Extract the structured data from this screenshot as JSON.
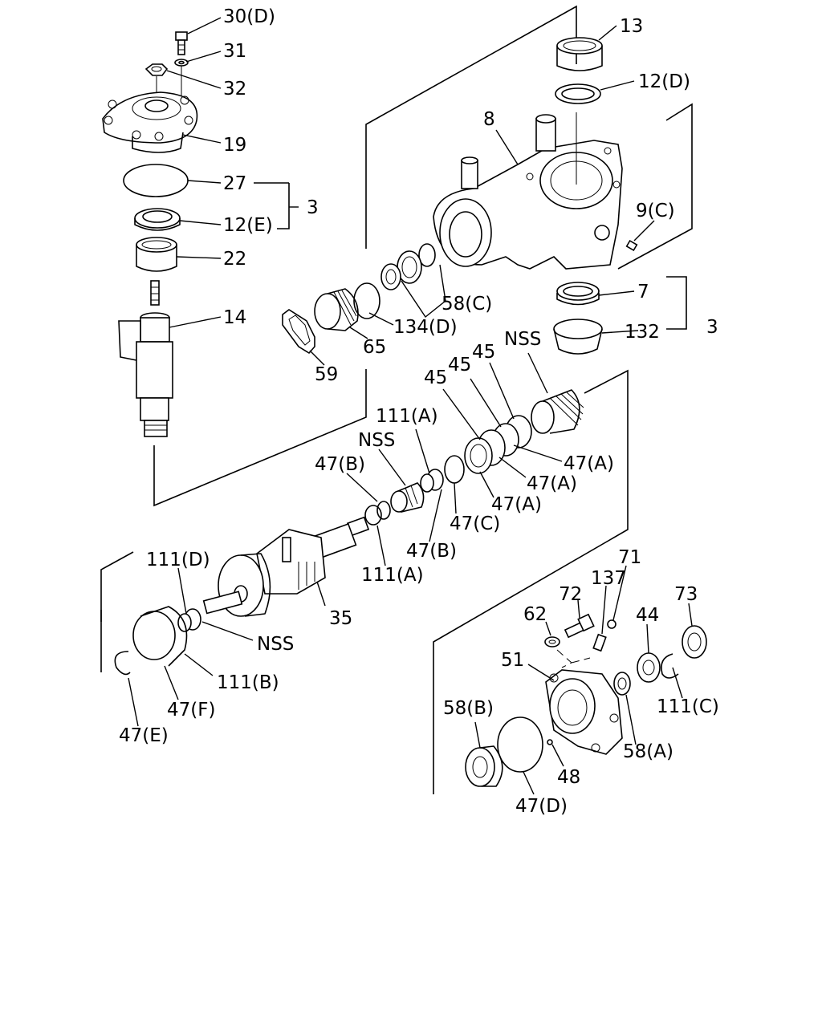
{
  "labels": {
    "p30d": "30(D)",
    "p31": "31",
    "p32": "32",
    "p19": "19",
    "p27": "27",
    "p3a": "3",
    "p12e": "12(E)",
    "p22": "22",
    "p14": "14",
    "p13": "13",
    "p12d": "12(D)",
    "p8": "8",
    "p9c": "9(C)",
    "p58c": "58(C)",
    "p134d": "134(D)",
    "p65": "65",
    "p59": "59",
    "p7": "7",
    "p3b": "3",
    "p132": "132",
    "nss1": "NSS",
    "p45a": "45",
    "p45b": "45",
    "p45c": "45",
    "p47a1": "47(A)",
    "p47a2": "47(A)",
    "p47a3": "47(A)",
    "p111a1": "111(A)",
    "nss2": "NSS",
    "p47b1": "47(B)",
    "p47c": "47(C)",
    "p47b2": "47(B)",
    "p111a2": "111(A)",
    "p35": "35",
    "p111d": "111(D)",
    "nss3": "NSS",
    "p111b": "111(B)",
    "p47f": "47(F)",
    "p47e": "47(E)",
    "p71": "71",
    "p137": "137",
    "p72": "72",
    "p73": "73",
    "p62": "62",
    "p44": "44",
    "p51": "51",
    "p111c": "111(C)",
    "p58b": "58(B)",
    "p58a": "58(A)",
    "p48": "48",
    "p47d": "47(D)"
  }
}
